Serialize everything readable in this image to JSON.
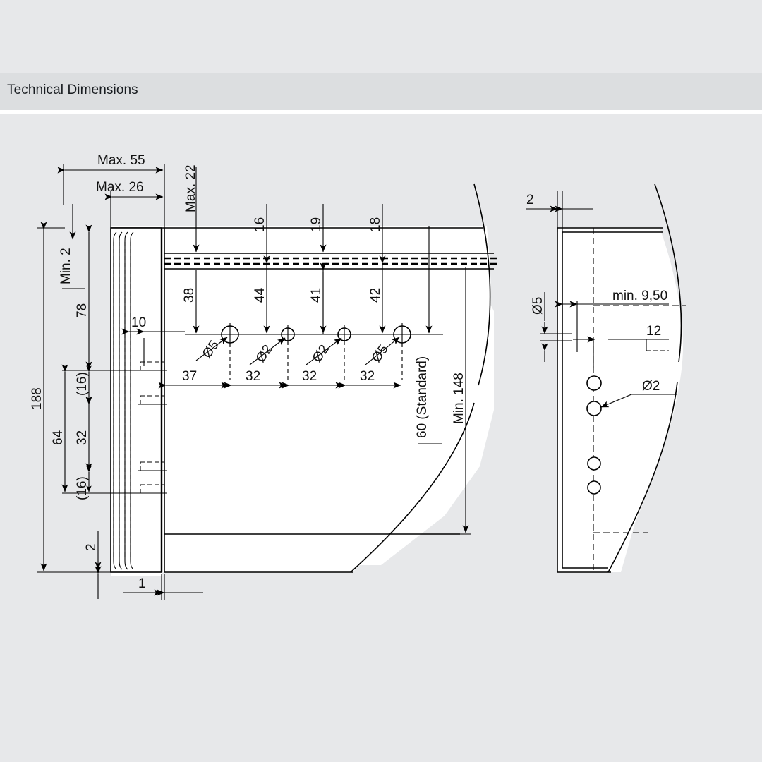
{
  "header": {
    "title": "Technical Dimensions"
  },
  "colors": {
    "page_background": "#e7e8ea",
    "header_background": "#dcdee0",
    "header_rule": "#ffffff",
    "part_fill": "#ffffff",
    "line": "#000000",
    "text": "#111111"
  },
  "drawing": {
    "type": "engineering-dimension-drawing",
    "views": [
      {
        "name": "front-view",
        "position": "left",
        "labels": {
          "top_horizontal": [
            {
              "id": "max-55",
              "text": "Max. 55"
            },
            {
              "id": "max-26",
              "text": "Max. 26"
            },
            {
              "id": "max-22",
              "text": "Max. 22",
              "orientation": "vertical"
            },
            {
              "id": "dim-16",
              "text": "16",
              "orientation": "vertical"
            },
            {
              "id": "dim-19",
              "text": "19",
              "orientation": "vertical"
            },
            {
              "id": "dim-18",
              "text": "18",
              "orientation": "vertical"
            }
          ],
          "left_vertical": [
            {
              "id": "dim-188",
              "text": "188",
              "orientation": "vertical"
            },
            {
              "id": "min-2",
              "text": "Min. 2",
              "orientation": "vertical"
            },
            {
              "id": "dim-78",
              "text": "78",
              "orientation": "vertical"
            },
            {
              "id": "dim-64",
              "text": "64",
              "orientation": "vertical"
            },
            {
              "id": "dim-32",
              "text": "32",
              "orientation": "vertical"
            },
            {
              "id": "dim-16a",
              "text": "(16)",
              "orientation": "vertical"
            },
            {
              "id": "dim-16b",
              "text": "(16)",
              "orientation": "vertical"
            },
            {
              "id": "dim-2",
              "text": "2",
              "orientation": "vertical"
            },
            {
              "id": "dim-1",
              "text": "1"
            },
            {
              "id": "dim-10",
              "text": "10"
            }
          ],
          "hole_offsets_vertical": [
            {
              "id": "dim-38",
              "text": "38",
              "orientation": "vertical"
            },
            {
              "id": "dim-44",
              "text": "44",
              "orientation": "vertical"
            },
            {
              "id": "dim-41",
              "text": "41",
              "orientation": "vertical"
            },
            {
              "id": "dim-42",
              "text": "42",
              "orientation": "vertical"
            }
          ],
          "hole_spacings_horizontal": [
            {
              "id": "sp-37",
              "text": "37"
            },
            {
              "id": "sp-32a",
              "text": "32"
            },
            {
              "id": "sp-32b",
              "text": "32"
            },
            {
              "id": "sp-32c",
              "text": "32"
            }
          ],
          "hole_diameters": [
            {
              "id": "hole-d5a",
              "text": "Ø5"
            },
            {
              "id": "hole-d2a",
              "text": "Ø2"
            },
            {
              "id": "hole-d2b",
              "text": "Ø2"
            },
            {
              "id": "hole-d5b",
              "text": "Ø5"
            }
          ],
          "right_vertical": [
            {
              "id": "dim-60-standard",
              "text": "60 (Standard)",
              "orientation": "vertical"
            },
            {
              "id": "dim-min-148",
              "text": "Min. 148",
              "orientation": "vertical"
            }
          ]
        }
      },
      {
        "name": "side-view",
        "position": "right",
        "labels": {
          "thickness": {
            "id": "dim-2-side",
            "text": "2"
          },
          "hole_diameter_top": {
            "id": "dia-5-side",
            "text": "Ø5",
            "orientation": "vertical"
          },
          "min_edge": {
            "id": "dim-min-950",
            "text": "min. 9,50"
          },
          "offset_12": {
            "id": "dim-12",
            "text": "12"
          },
          "hole_diameter_small": {
            "id": "dia-2-side",
            "text": "Ø2"
          }
        },
        "hole_count": 4
      }
    ]
  }
}
